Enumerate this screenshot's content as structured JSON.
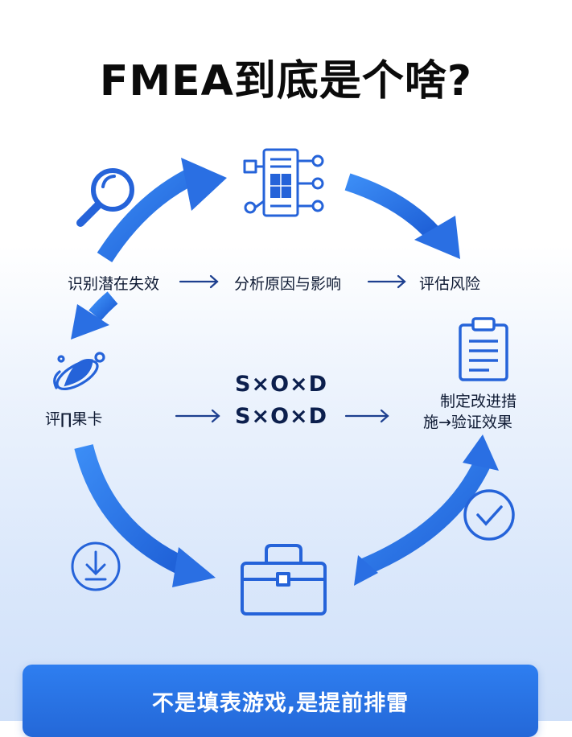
{
  "title": "FMEA到底是个啥?",
  "steps": {
    "identify": "识别潜在失效",
    "analyze": "分析原因与影响",
    "assess": "评估风险",
    "score": "评∏果卡",
    "improve_line1": "制定改进措",
    "improve_line2": "施→验证效果"
  },
  "formula": {
    "line1": "S×O×D",
    "line2": "S×O×D"
  },
  "banner": "不是填表游戏,是提前排雷",
  "icons": [
    "magnifier-icon",
    "process-diagram-icon",
    "rocket-icon",
    "clipboard-icon",
    "download-icon",
    "toolbox-icon",
    "check-circle-icon"
  ],
  "colors": {
    "accent": "#2f7ef0",
    "icon_stroke": "#2563d9",
    "banner": "#2a74e6"
  }
}
